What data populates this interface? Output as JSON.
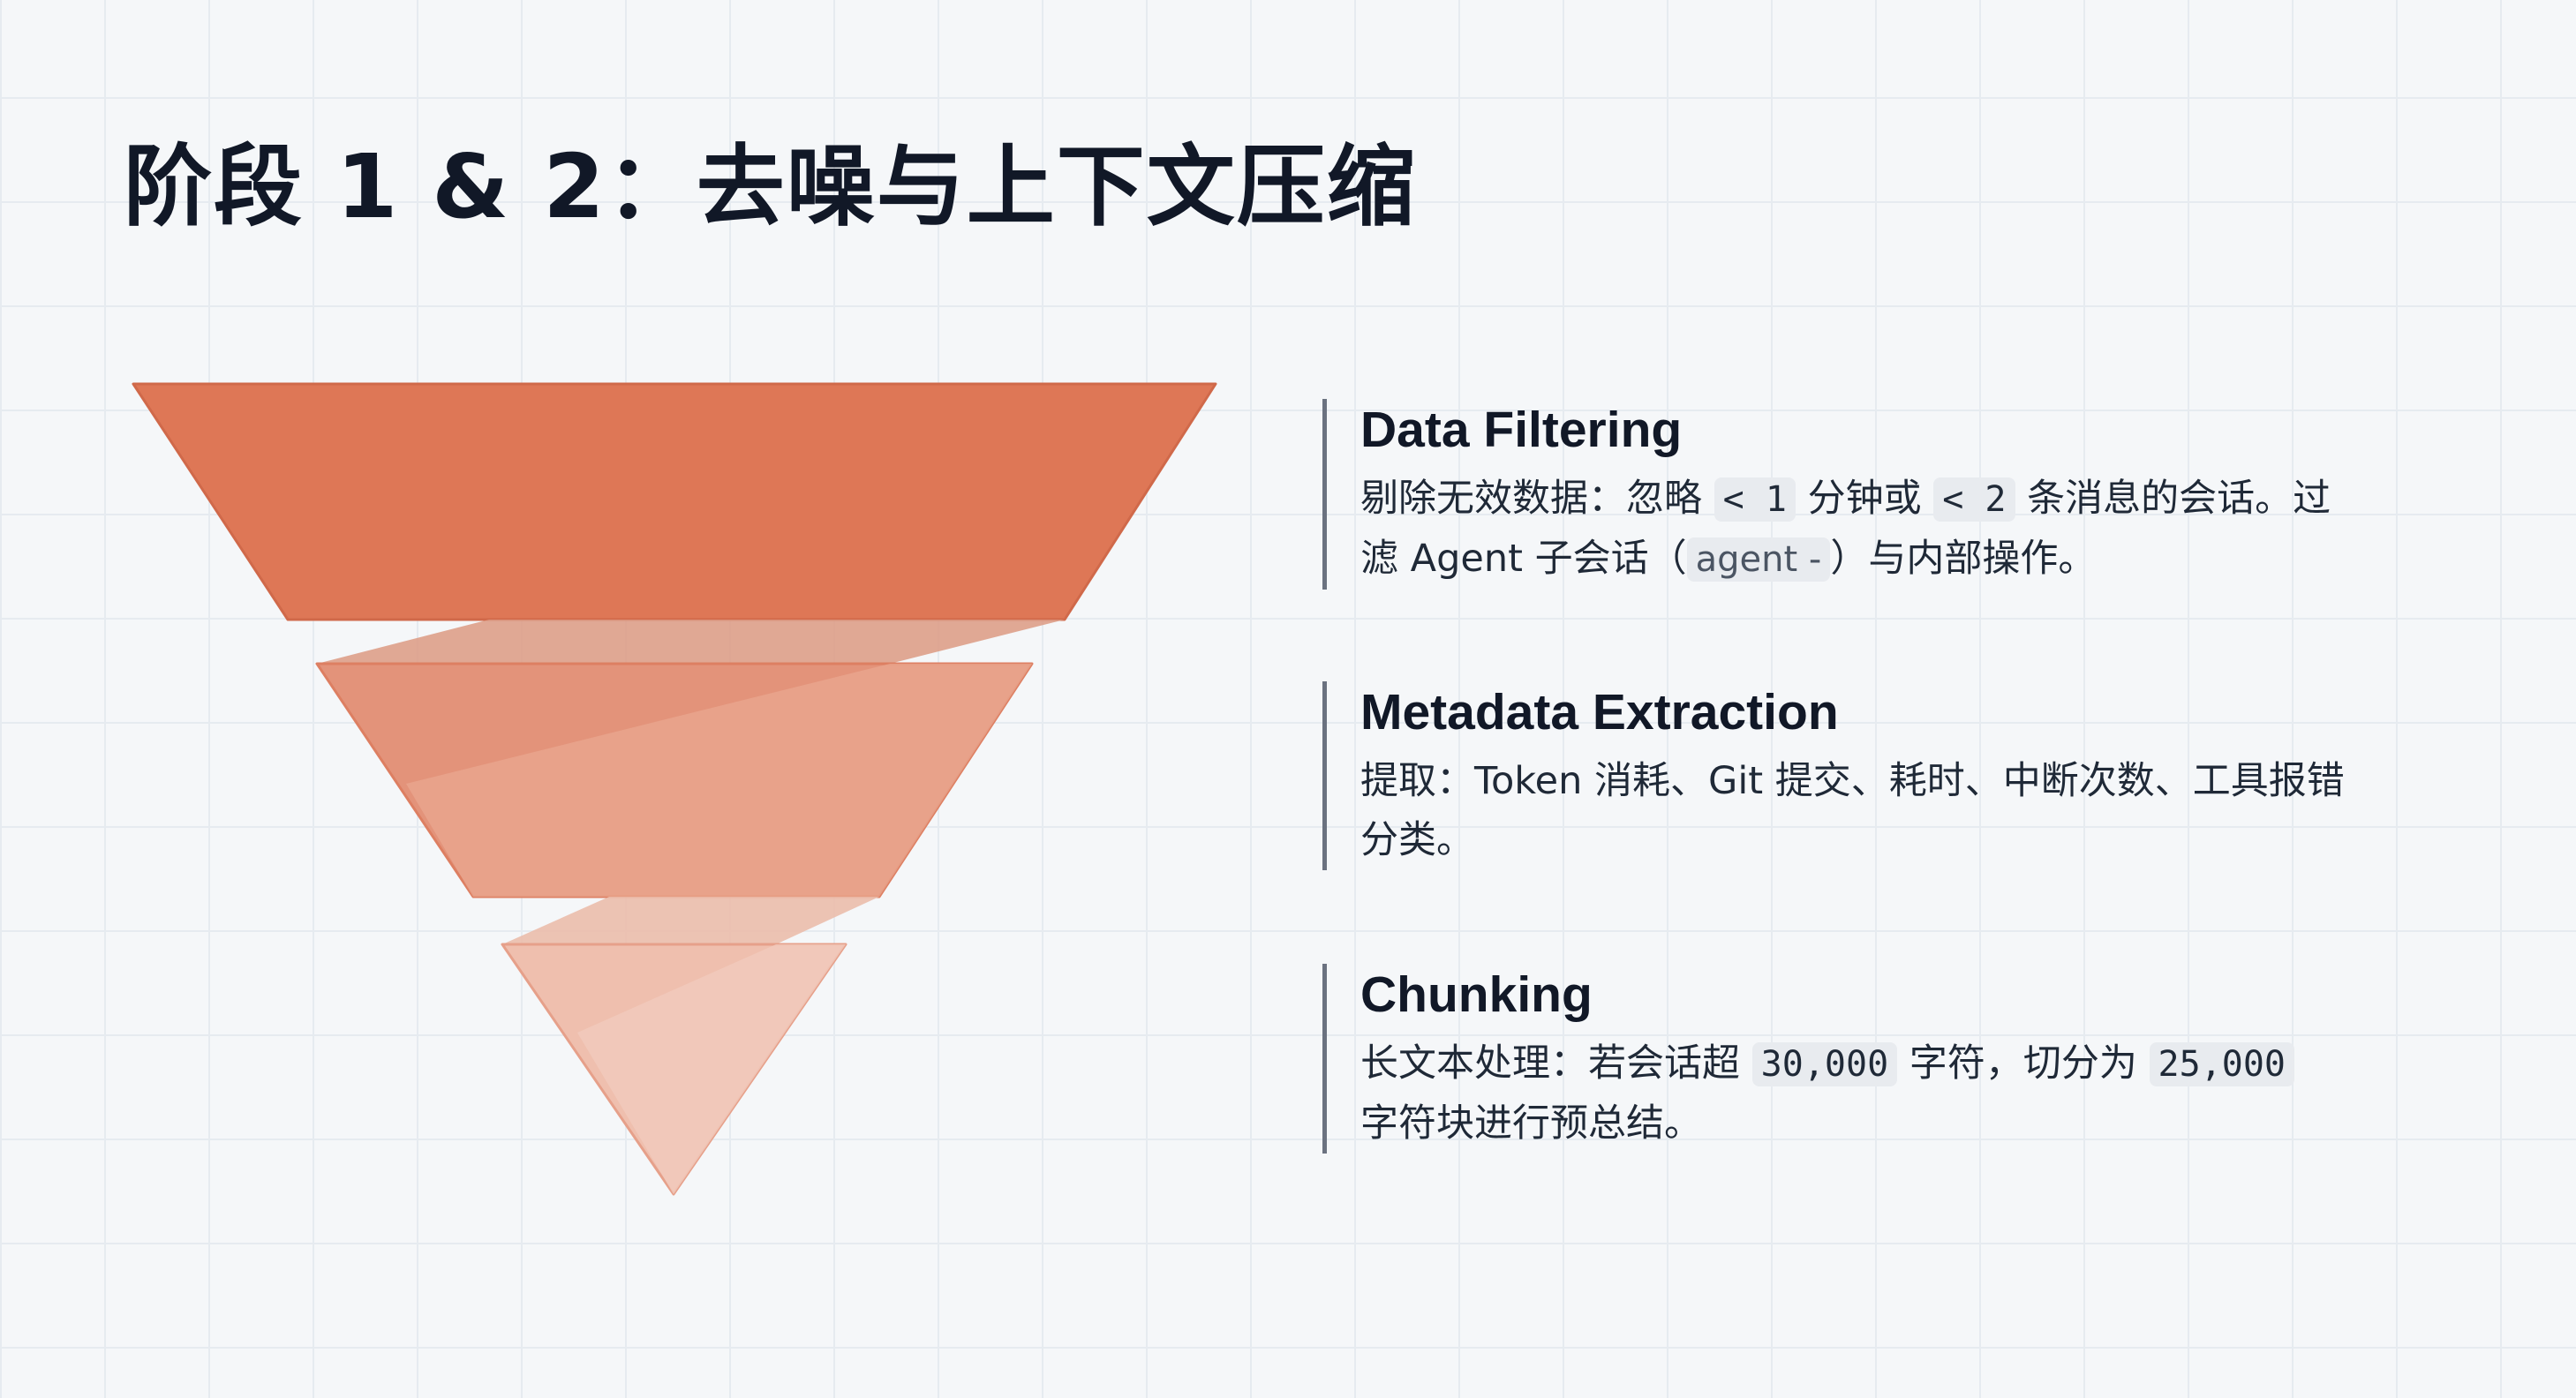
{
  "title": "阶段 1 & 2：去噪与上下文压缩",
  "colors": {
    "stage1": "#de7756",
    "stage2": "#e59a7e",
    "stage3": "#efc2b2",
    "border": "#6b7280"
  },
  "stages": [
    {
      "heading": "Data Filtering",
      "segments": [
        "剔除无效数据：忽略 ",
        "< 1",
        " 分钟或 ",
        "< 2",
        " 条消息的会话。过滤 Agent 子会话（",
        "agent -",
        "）与内部操作。"
      ]
    },
    {
      "heading": "Metadata Extraction",
      "segments": [
        "提取：Token 消耗、Git 提交、耗时、中断次数、工具报错分类。"
      ]
    },
    {
      "heading": "Chunking",
      "segments": [
        "长文本处理：若会话超 ",
        "30,000",
        " 字符，切分为 ",
        "25,000",
        " 字符块进行预总结。"
      ]
    }
  ]
}
